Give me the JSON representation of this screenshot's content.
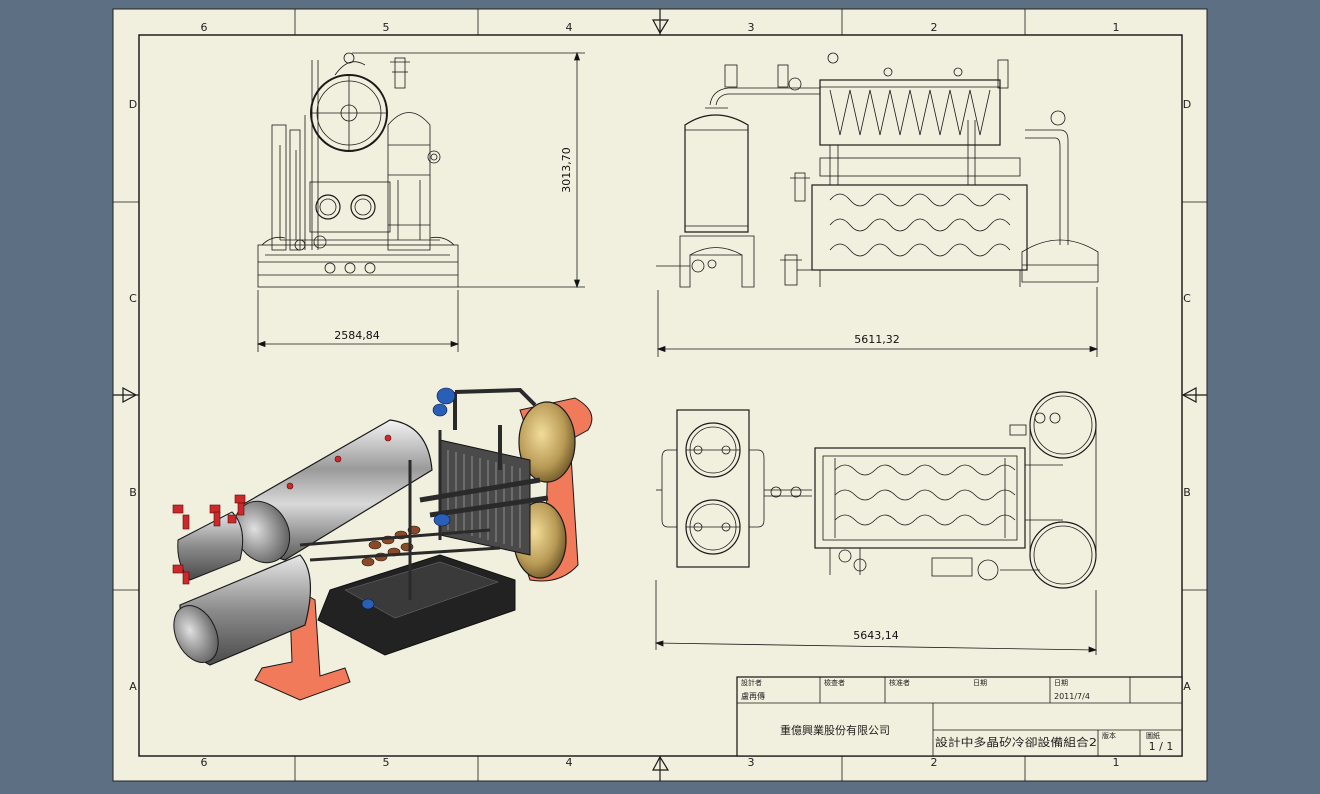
{
  "sheet": {
    "zone_columns": [
      "6",
      "5",
      "4",
      "3",
      "2",
      "1"
    ],
    "zone_rows": [
      "D",
      "C",
      "B",
      "A"
    ]
  },
  "dimensions": {
    "front_width": "2584,84",
    "front_height": "3013,70",
    "side_length": "5611,32",
    "top_length": "5643,14"
  },
  "title_block": {
    "designer_label": "設計者",
    "designer_name": "盧再傳",
    "checker_label": "檢查者",
    "approver_label": "核准者",
    "date_label_1": "日期",
    "date_label_2": "日期",
    "date_value": "2011/7/4",
    "company": "重億興業股份有限公司",
    "drawing_title": "設計中多晶矽冷卻設備組合2",
    "revision_label": "版本",
    "sheet_label": "圖紙",
    "sheet_value": "1 / 1"
  },
  "colors": {
    "background": "#5d6f82",
    "paper": "#f1efdd",
    "line": "#1a1a1a",
    "frame_orange": "#f07a5a",
    "tank_bronze": "#b89a55",
    "valve_red": "#cc2a2a",
    "pump_blue": "#2a5fb8"
  }
}
